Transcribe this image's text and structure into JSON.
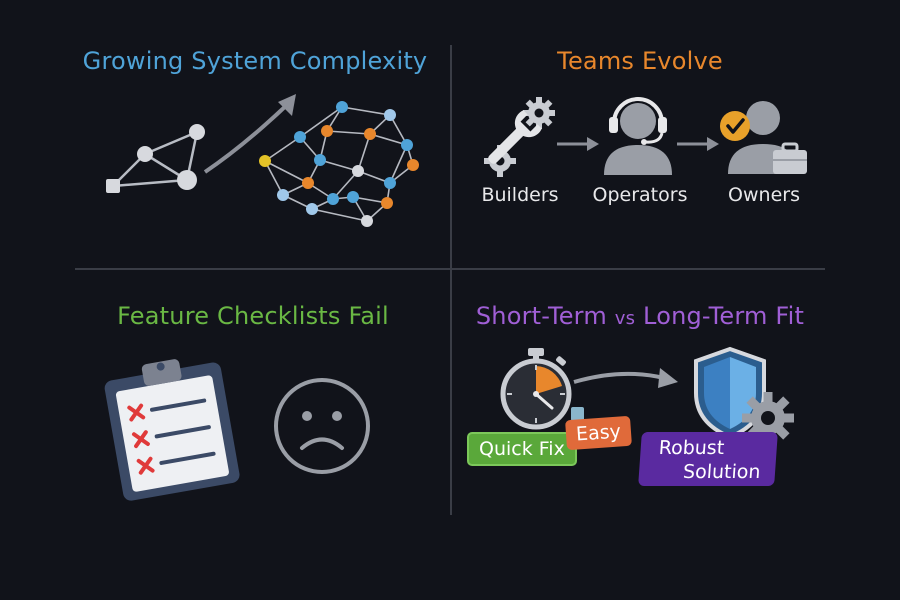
{
  "colors": {
    "background": "#11131a",
    "title_complexity": "#4fa3d8",
    "title_teams": "#e8872c",
    "title_checklists": "#6ab844",
    "title_fit": "#a05fd6",
    "divider": "#3a3d46"
  },
  "quadrants": {
    "complexity": {
      "title": "Growing System Complexity",
      "icons": [
        "simple-graph-icon",
        "growth-arrow-icon",
        "complex-network-icon"
      ]
    },
    "teams": {
      "title": "Teams Evolve",
      "roles": [
        {
          "label": "Builders",
          "icon": "wrench-gear-icon"
        },
        {
          "label": "Operators",
          "icon": "headset-person-icon"
        },
        {
          "label": "Owners",
          "icon": "owner-briefcase-icon"
        }
      ]
    },
    "checklists": {
      "title": "Feature Checklists Fail",
      "icons": [
        "clipboard-checklist-icon",
        "sad-face-icon"
      ]
    },
    "fit": {
      "title_part1": "Short-Term",
      "title_vs": "vs",
      "title_part2": "Long-Term Fit",
      "tags": {
        "quick_fix": "Quick Fix",
        "easy": "Easy",
        "robust_line1": "Robust",
        "robust_line2": "Solution"
      },
      "icons": [
        "stopwatch-icon",
        "arrow-right-icon",
        "shield-icon",
        "gear-icon"
      ]
    }
  }
}
